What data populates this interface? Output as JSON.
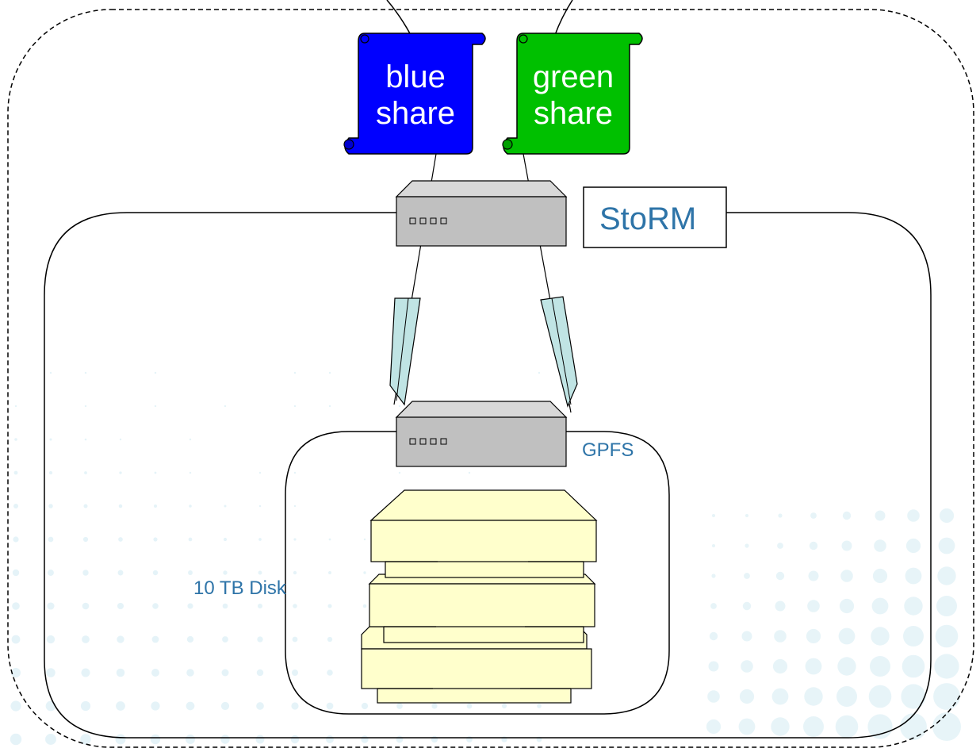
{
  "shares": {
    "blue": {
      "line1": "blue",
      "line2": "share"
    },
    "green": {
      "line1": "green",
      "line2": "share"
    }
  },
  "labels": {
    "storm": "StoRM",
    "gpfs": "GPFS",
    "disk": "10 TB Disk"
  },
  "colors": {
    "blue_share": "#0000ff",
    "green_share": "#00c000",
    "server_body": "#c0c0c0",
    "server_top": "#d8d8d8",
    "disk_fill": "#ffffcc",
    "connector_fill": "#c0e4e4",
    "label_text": "#2e74a8",
    "background_dots": "#cfe9f2"
  },
  "icons": {
    "storm_server": "server-box-icon",
    "gpfs_server": "server-box-icon",
    "disk_stack": "disk-stack-icon",
    "blue_share": "scroll-icon",
    "green_share": "scroll-icon"
  }
}
